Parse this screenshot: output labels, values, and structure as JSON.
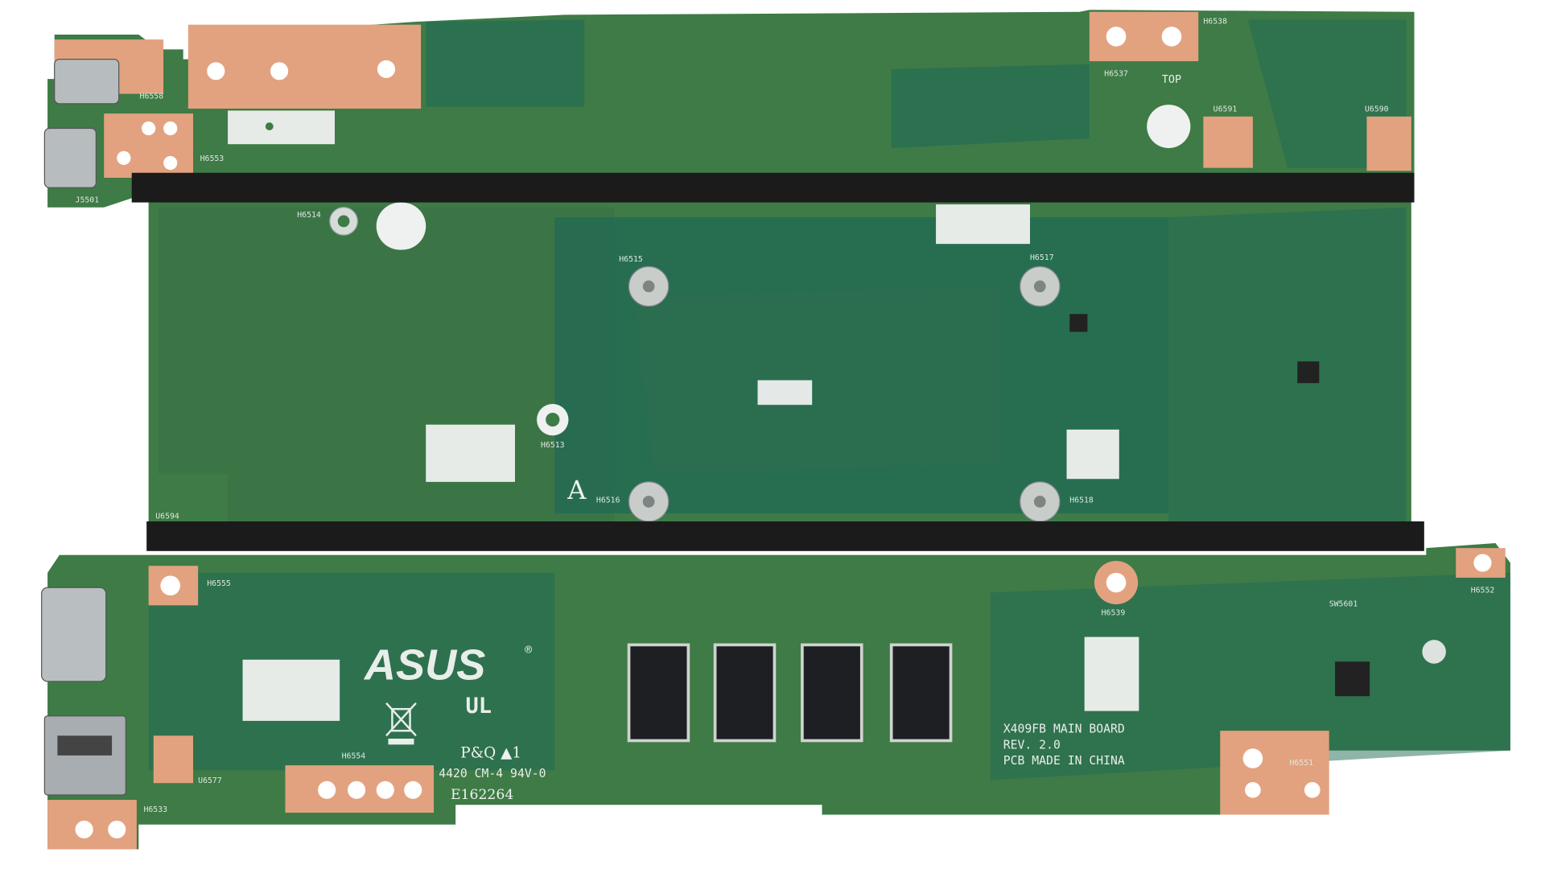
{
  "board": {
    "logo": "ASUS",
    "model_lines": [
      "X409FB MAIN BOARD",
      "REV. 2.0",
      "PCB MADE IN CHINA"
    ],
    "cert_pq": "P&Q ▲1",
    "cert_line": "4420 CM-4 94V-0",
    "ul_number": "E162264",
    "top_marker": "TOP",
    "side_marker": "A",
    "colors": {
      "pcb": "#3e7b46",
      "inner": "#206a55",
      "copper": "#e2a27f",
      "foam": "#1b1b1b",
      "silk": "#e8eee9"
    }
  },
  "designators": {
    "h6558": "H6558",
    "h6553": "H6553",
    "j5501": "J5501",
    "h6514": "H6514",
    "h6515": "H6515",
    "h6517": "H6517",
    "h6513": "H6513",
    "h6516": "H6516",
    "h6518": "H6518",
    "u6594": "U6594",
    "h6555": "H6555",
    "h6554": "H6554",
    "u6577": "U6577",
    "h6533": "H6533",
    "h6539": "H6539",
    "h6552": "H6552",
    "sw5601": "SW5601",
    "h6551": "H6551",
    "h6538": "H6538",
    "h6537": "H6537",
    "u6591": "U6591",
    "u6590": "U6590"
  }
}
